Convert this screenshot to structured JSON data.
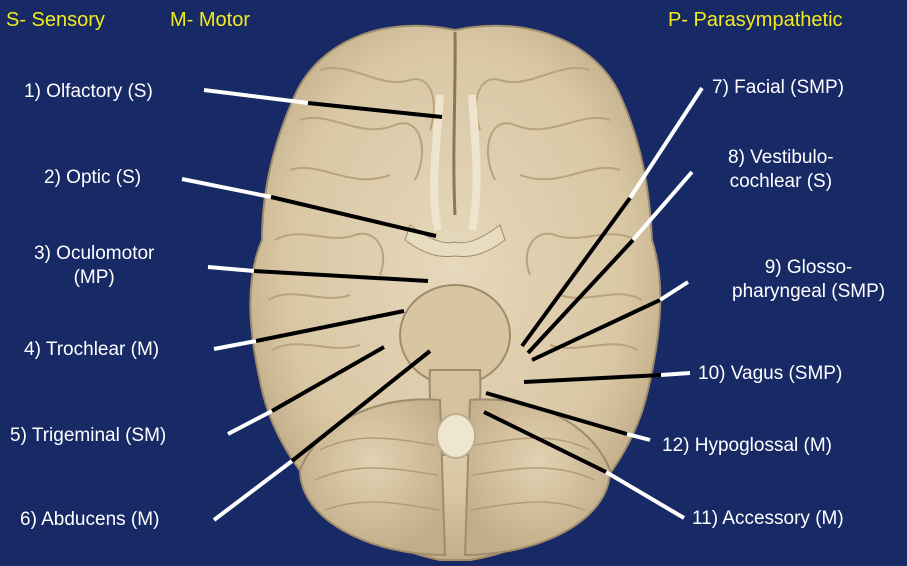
{
  "legend": {
    "sensory": "S- Sensory",
    "motor": "M- Motor",
    "parasympathetic": "P- Parasympathetic"
  },
  "nerves": [
    {
      "id": 1,
      "lines": [
        "1) Olfactory (S)"
      ]
    },
    {
      "id": 2,
      "lines": [
        "2) Optic (S)"
      ]
    },
    {
      "id": 3,
      "lines": [
        "3) Oculomotor",
        "(MP)"
      ]
    },
    {
      "id": 4,
      "lines": [
        "4) Trochlear (M)"
      ]
    },
    {
      "id": 5,
      "lines": [
        "5) Trigeminal (SM)"
      ]
    },
    {
      "id": 6,
      "lines": [
        "6) Abducens (M)"
      ]
    },
    {
      "id": 7,
      "lines": [
        "7) Facial (SMP)"
      ]
    },
    {
      "id": 8,
      "lines": [
        "8) Vestibulo-",
        "cochlear (S)"
      ]
    },
    {
      "id": 9,
      "lines": [
        "9) Glosso-",
        "pharyngeal (SMP)"
      ]
    },
    {
      "id": 10,
      "lines": [
        "10) Vagus (SMP)"
      ]
    },
    {
      "id": 11,
      "lines": [
        "11) Accessory (M)"
      ]
    },
    {
      "id": 12,
      "lines": [
        "12) Hypoglossal (M)"
      ]
    }
  ],
  "colors": {
    "background": "#172a66",
    "legend_text": "#f2ea1a",
    "label_text": "#ffffff",
    "brain": "#dccbaa",
    "pointer_on_background": "#ffffff",
    "pointer_on_brain": "#000000"
  }
}
